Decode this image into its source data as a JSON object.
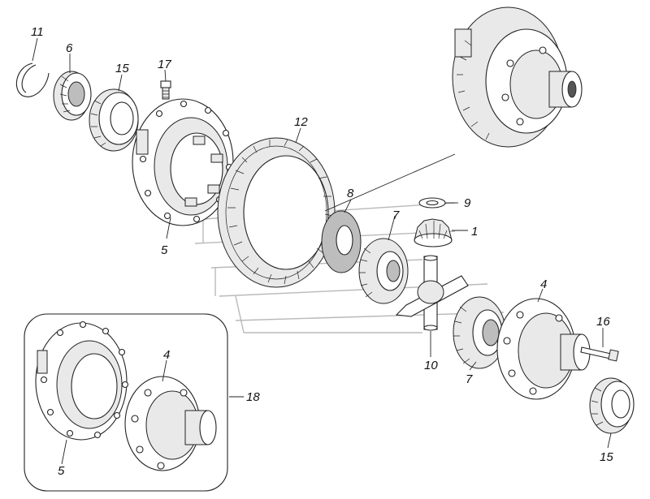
{
  "diagram": {
    "callouts": [
      {
        "id": "c11",
        "text": "11"
      },
      {
        "id": "c6",
        "text": "6"
      },
      {
        "id": "c15a",
        "text": "15"
      },
      {
        "id": "c17",
        "text": "17"
      },
      {
        "id": "c12",
        "text": "12"
      },
      {
        "id": "c5a",
        "text": "5"
      },
      {
        "id": "c8",
        "text": "8"
      },
      {
        "id": "c9",
        "text": "9"
      },
      {
        "id": "c7a",
        "text": "7"
      },
      {
        "id": "c1",
        "text": "1"
      },
      {
        "id": "c4a",
        "text": "4"
      },
      {
        "id": "c10",
        "text": "10"
      },
      {
        "id": "c7b",
        "text": "7"
      },
      {
        "id": "c16",
        "text": "16"
      },
      {
        "id": "c15b",
        "text": "15"
      },
      {
        "id": "c4b",
        "text": "4"
      },
      {
        "id": "c18",
        "text": "18"
      },
      {
        "id": "c5b",
        "text": "5"
      }
    ],
    "colors": {
      "ink": "#222222",
      "watermark": "#b9b9b9",
      "background": "#ffffff"
    }
  }
}
